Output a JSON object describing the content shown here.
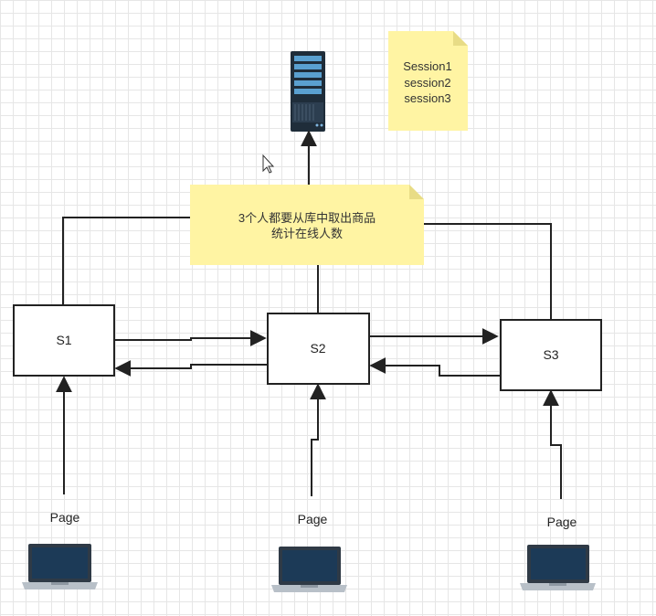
{
  "diagram": {
    "nodes": {
      "s1": "S1",
      "s2": "S2",
      "s3": "S3"
    },
    "sticky_sessions": {
      "lines": [
        "Session1",
        "session2",
        "session3"
      ]
    },
    "sticky_note": {
      "lines": [
        "3个人都要从库中取出商品",
        "统计在线人数"
      ]
    },
    "clients": [
      {
        "label": "Page"
      },
      {
        "label": "Page"
      },
      {
        "label": "Page"
      }
    ],
    "colors": {
      "note_fill": "#fff4a3",
      "note_fold": "#e8dc86",
      "line": "#222222",
      "server_body": "#1f2d3a",
      "server_accent": "#5aa0d0",
      "laptop_screen": "#1c3a57",
      "laptop_frame": "#2f3a46",
      "laptop_base": "#b8c0c8"
    }
  }
}
